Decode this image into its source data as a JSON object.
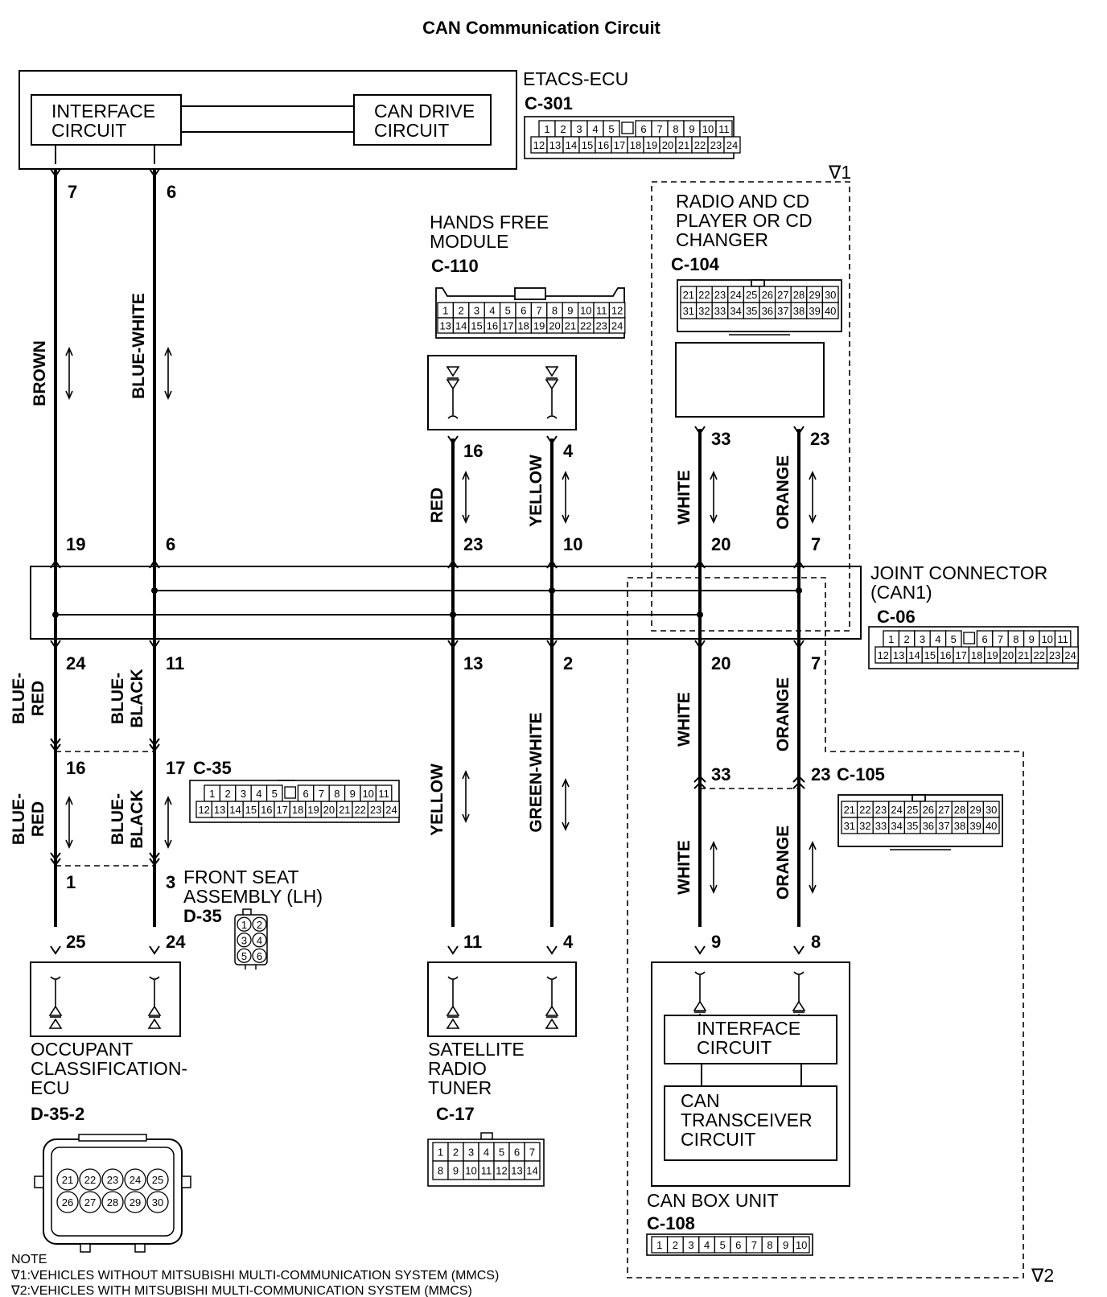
{
  "title": "CAN Communication Circuit",
  "components": {
    "etacs": {
      "name": "ETACS-ECU",
      "code": "C-301",
      "interface": [
        "INTERFACE",
        "CIRCUIT"
      ],
      "can_drive": [
        "CAN DRIVE",
        "CIRCUIT"
      ]
    },
    "hands_free": {
      "name": [
        "HANDS FREE",
        "MODULE"
      ],
      "code": "C-110"
    },
    "radio": {
      "name": [
        "RADIO AND CD",
        "PLAYER OR CD",
        "CHANGER"
      ],
      "code": "C-104"
    },
    "joint": {
      "name": [
        "JOINT CONNECTOR",
        "(CAN1)"
      ],
      "code": "C-06"
    },
    "front_seat": {
      "name": [
        "FRONT SEAT",
        "ASSEMBLY (LH)"
      ],
      "code": "D-35"
    },
    "occupant": {
      "name": [
        "OCCUPANT",
        "CLASSIFICATION-",
        "ECU"
      ],
      "code": "D-35-2"
    },
    "satellite": {
      "name": [
        "SATELLITE",
        "RADIO",
        "TUNER"
      ],
      "code": "C-17"
    },
    "can_box": {
      "name": "CAN BOX UNIT",
      "code": "C-108",
      "interface": [
        "INTERFACE",
        "CIRCUIT"
      ],
      "transceiver": [
        "CAN",
        "TRANSCEIVER",
        "CIRCUIT"
      ]
    },
    "c35": {
      "code": "C-35"
    },
    "c105": {
      "code": "C-105"
    }
  },
  "connectors": {
    "c301": {
      "top": [
        "1",
        "2",
        "3",
        "4",
        "5",
        "",
        "6",
        "7",
        "8",
        "9",
        "10",
        "11"
      ],
      "bottom": [
        "12",
        "13",
        "14",
        "15",
        "16",
        "17",
        "18",
        "19",
        "20",
        "21",
        "22",
        "23",
        "24"
      ]
    },
    "c110": {
      "top": [
        "1",
        "2",
        "3",
        "4",
        "5",
        "6",
        "7",
        "8",
        "9",
        "10",
        "11",
        "12"
      ],
      "bottom": [
        "13",
        "14",
        "15",
        "16",
        "17",
        "18",
        "19",
        "20",
        "21",
        "22",
        "23",
        "24"
      ]
    },
    "c104": {
      "top": [
        "21",
        "22",
        "23",
        "24",
        "25",
        "26",
        "27",
        "28",
        "29",
        "30"
      ],
      "bottom": [
        "31",
        "32",
        "33",
        "34",
        "35",
        "36",
        "37",
        "38",
        "39",
        "40"
      ]
    },
    "c06": {
      "top": [
        "1",
        "2",
        "3",
        "4",
        "5",
        "",
        "6",
        "7",
        "8",
        "9",
        "10",
        "11"
      ],
      "bottom": [
        "12",
        "13",
        "14",
        "15",
        "16",
        "17",
        "18",
        "19",
        "20",
        "21",
        "22",
        "23",
        "24"
      ]
    },
    "c35": {
      "top": [
        "1",
        "2",
        "3",
        "4",
        "5",
        "",
        "6",
        "7",
        "8",
        "9",
        "10",
        "11"
      ],
      "bottom": [
        "12",
        "13",
        "14",
        "15",
        "16",
        "17",
        "18",
        "19",
        "20",
        "21",
        "22",
        "23",
        "24"
      ]
    },
    "c105": {
      "top": [
        "21",
        "22",
        "23",
        "24",
        "25",
        "26",
        "27",
        "28",
        "29",
        "30"
      ],
      "bottom": [
        "31",
        "32",
        "33",
        "34",
        "35",
        "36",
        "37",
        "38",
        "39",
        "40"
      ]
    },
    "d35": {
      "pins": [
        "1",
        "2",
        "3",
        "4",
        "5",
        "6"
      ]
    },
    "d352": {
      "top": [
        "21",
        "22",
        "23",
        "24",
        "25"
      ],
      "bottom": [
        "26",
        "27",
        "28",
        "29",
        "30"
      ]
    },
    "c17": {
      "top": [
        "1",
        "2",
        "3",
        "4",
        "5",
        "6",
        "7"
      ],
      "bottom": [
        "8",
        "9",
        "10",
        "11",
        "12",
        "13",
        "14"
      ]
    },
    "c108": {
      "pins": [
        "1",
        "2",
        "3",
        "4",
        "5",
        "6",
        "7",
        "8",
        "9",
        "10"
      ]
    }
  },
  "wires": {
    "brown": "BROWN",
    "blue_white": "BLUE-WHITE",
    "red": "RED",
    "yellow": "YELLOW",
    "white": "WHITE",
    "orange": "ORANGE",
    "blue_red": [
      "BLUE-",
      "RED"
    ],
    "blue_black": [
      "BLUE-",
      "BLACK"
    ],
    "green_white": "GREEN-WHITE"
  },
  "pins": {
    "etacs_l": "7",
    "etacs_r": "6",
    "hf_l": "16",
    "hf_r": "4",
    "radio_l": "33",
    "radio_r": "23",
    "jt_1": "19",
    "jt_2": "6",
    "jt_3": "23",
    "jt_4": "10",
    "jt_5": "20",
    "jt_6": "7",
    "jb_1": "24",
    "jb_2": "11",
    "jb_3": "13",
    "jb_4": "2",
    "jb_5": "20",
    "jb_6": "7",
    "c35_l": "16",
    "c35_r": "17",
    "d35_l": "1",
    "d35_r": "3",
    "occ_l": "25",
    "occ_r": "24",
    "sat_l": "11",
    "sat_r": "4",
    "c105_l": "33",
    "c105_r": "23",
    "box_l": "9",
    "box_r": "8"
  },
  "notes": {
    "header": "NOTE",
    "n1_mark": "∇1",
    "n2_mark": "∇2",
    "n1": "∇1:VEHICLES WITHOUT MITSUBISHI MULTI-COMMUNICATION SYSTEM (MMCS)",
    "n2": "∇2:VEHICLES WITH MITSUBISHI MULTI-COMMUNICATION SYSTEM (MMCS)"
  }
}
